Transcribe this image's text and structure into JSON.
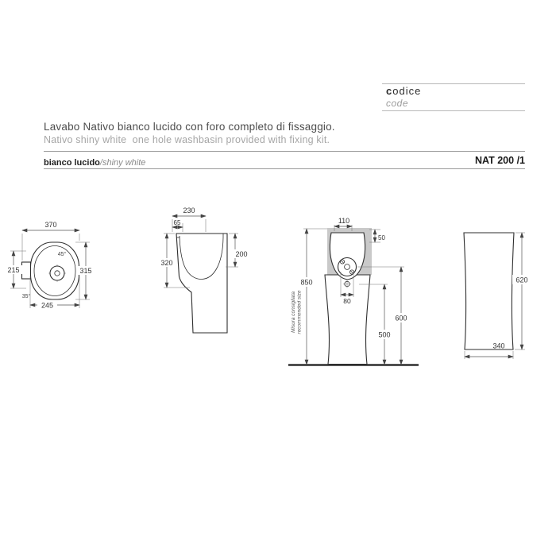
{
  "header": {
    "codice_initial": "c",
    "codice_rest": "odice",
    "code": "code"
  },
  "product": {
    "title_it": "Lavabo Nativo bianco lucido con foro completo di fissaggio.",
    "title_en": "Nativo shiny white  one hole washbasin provided with fixing kit.",
    "finish_it": "bianco lucido",
    "finish_en": "/shiny white",
    "code": "NAT 200 /1"
  },
  "drawings": {
    "top_view": {
      "width": "370",
      "depth_left": "215",
      "depth_right": "315",
      "bottom_width": "245",
      "angle_top": "45°",
      "angle_bottom": "35°"
    },
    "side_view": {
      "depth": "230",
      "ledge": "65",
      "height_left": "320",
      "height_right": "200"
    },
    "front_view": {
      "hole_offset": "110",
      "top_offset": "50",
      "total_height": "850",
      "drain_width": "80",
      "height_600": "600",
      "height_500": "500",
      "note_it": "Misura consigliata",
      "note_en": "recommended size"
    },
    "pedestal_view": {
      "height": "620",
      "width": "340"
    }
  },
  "colors": {
    "wall_fill": "#c9c9c9",
    "line": "#333333",
    "rule": "#9a9a9a"
  }
}
